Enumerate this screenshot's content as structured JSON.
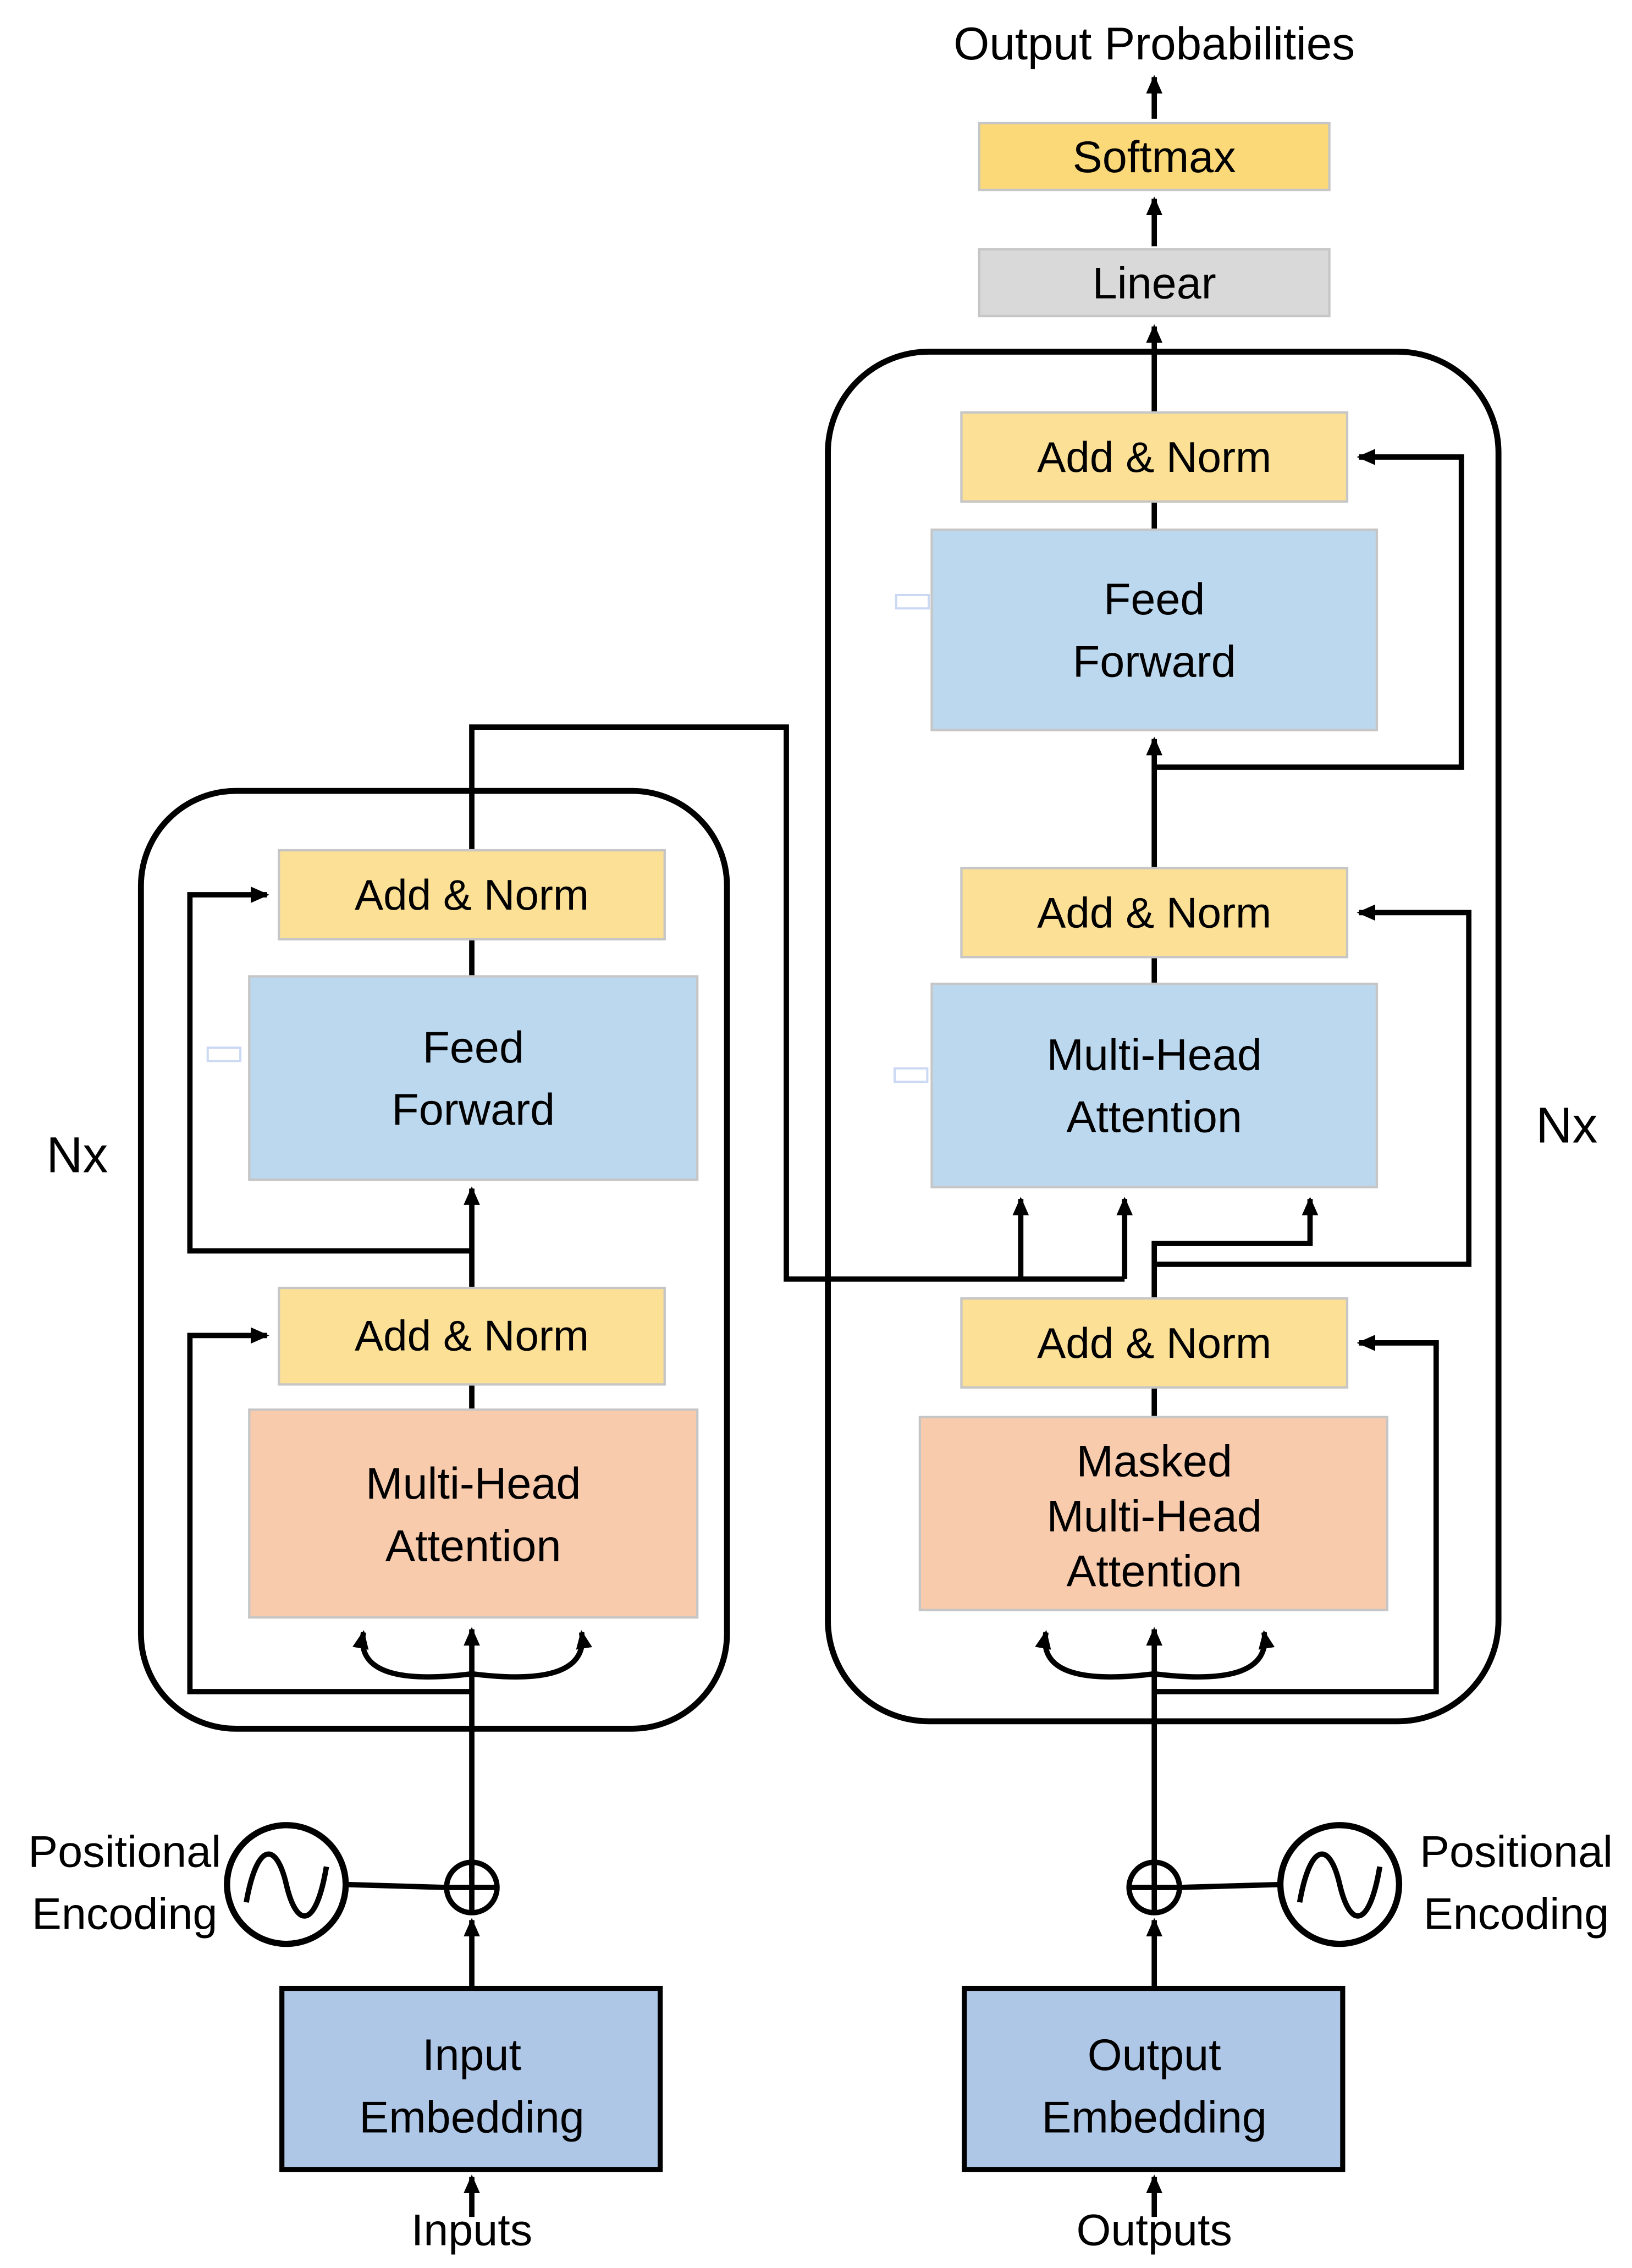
{
  "diagram_title": "Transformer model architecture diagram",
  "labels": {
    "output_probabilities": "Output Probabilities",
    "softmax": "Softmax",
    "linear": "Linear",
    "add_norm": "Add & Norm",
    "feed": "Feed",
    "forward": "Forward",
    "multi_head": "Multi-Head",
    "attention": "Attention",
    "masked": "Masked",
    "nx_left": "Nx",
    "nx_right": "Nx",
    "positional": "Positional",
    "encoding": "Encoding",
    "input": "Input",
    "output": "Output",
    "embedding": "Embedding",
    "inputs": "Inputs",
    "outputs": "Outputs"
  },
  "colors": {
    "add_norm_yellow": "#FCE096",
    "softmax_yellow": "#FBD878",
    "block_blue": "#BCD8EF",
    "block_orange": "#F8CBAD",
    "embedding_blue": "#AFC7E7",
    "linear_gray": "#D9D9D9"
  }
}
